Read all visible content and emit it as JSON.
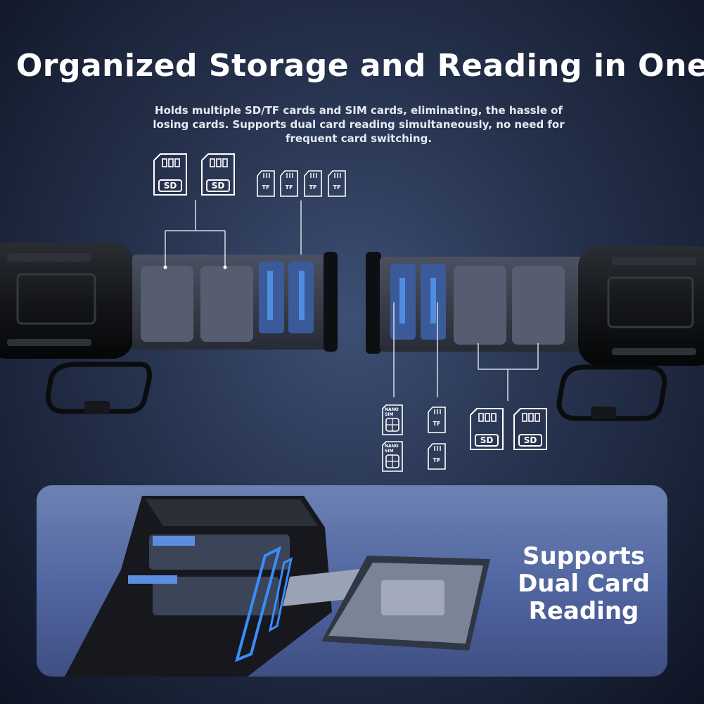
{
  "headline": "Organized Storage and Reading in One",
  "description": "Holds multiple SD/TF cards and SIM cards, eliminating, the hassle of losing cards. Supports dual card reading simultaneously, no need for frequent card switching.",
  "card_labels": {
    "sd": "SD",
    "tf": "TF",
    "sim_top": "NANO",
    "sim_bottom": "SIM"
  },
  "feature_text": "Supports Dual Card Reading",
  "colors": {
    "accent_blue": "#3a8dff",
    "background_dark": "#0e1424",
    "panel_blue": "#5064a0"
  }
}
